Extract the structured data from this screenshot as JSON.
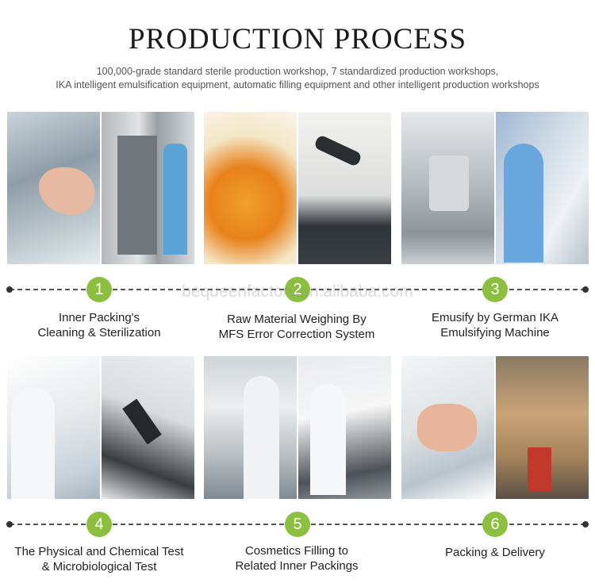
{
  "header": {
    "title": "PRODUCTION PROCESS",
    "subtitle_line1": "100,000-grade standard sterile production workshop, 7 standardized production workshops,",
    "subtitle_line2": "IKA intelligent emulsification equipment, automatic filling equipment and other intelligent production workshops"
  },
  "watermark": "bequeenfactory.en.alibaba.com",
  "accent_color": "#8cbe3f",
  "steps": [
    {
      "number": "1",
      "line1": "Inner Packing's",
      "line2": "Cleaning & Sterilization"
    },
    {
      "number": "2",
      "line1": "Raw Material Weighing By",
      "line2": "MFS Error Correction System"
    },
    {
      "number": "3",
      "line1": "Emusify by German IKA",
      "line2": "Emulsifying Machine"
    },
    {
      "number": "4",
      "line1": "The Physical and Chemical Test",
      "line2": "& Microbiological Test"
    },
    {
      "number": "5",
      "line1": "Cosmetics Filling to",
      "line2": "Related Inner Packings"
    },
    {
      "number": "6",
      "line1": "Packing & Delivery",
      "line2": ""
    }
  ]
}
